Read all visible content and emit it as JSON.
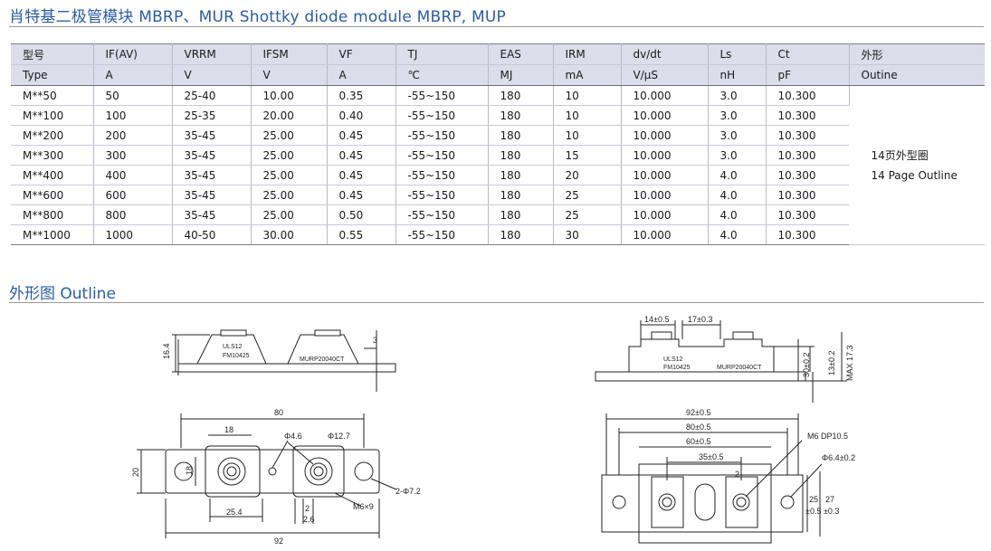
{
  "title": "肖特基二极管模块 MBRP、MUR Shottky diode module MBRP, MUP",
  "table": {
    "header_cn": [
      "型号",
      "IF(AV)",
      "VRRM",
      "IFSM",
      "VF",
      "TJ",
      "EAS",
      "IRM",
      "dv/dt",
      "Ls",
      "Ct",
      "外形"
    ],
    "header_en": [
      "Type",
      "A",
      "V",
      "V",
      "A",
      "℃",
      "MJ",
      "mA",
      "V/µS",
      "nH",
      "pF",
      "Outine"
    ],
    "rows": [
      [
        "M**50",
        "50",
        "25-40",
        "10.00",
        "0.35",
        "-55~150",
        "180",
        "10",
        "10.000",
        "3.0",
        "10.300"
      ],
      [
        "M**100",
        "100",
        "25-35",
        "20.00",
        "0.40",
        "-55~150",
        "180",
        "10",
        "10.000",
        "3.0",
        "10.300"
      ],
      [
        "M**200",
        "200",
        "35-45",
        "25.00",
        "0.45",
        "-55~150",
        "180",
        "10",
        "10.000",
        "3.0",
        "10.300"
      ],
      [
        "M**300",
        "300",
        "35-45",
        "25.00",
        "0.45",
        "-55~150",
        "180",
        "15",
        "10.000",
        "3.0",
        "10.300"
      ],
      [
        "M**400",
        "400",
        "35-45",
        "25.00",
        "0.45",
        "-55~150",
        "180",
        "20",
        "10.000",
        "4.0",
        "10.300"
      ],
      [
        "M**600",
        "600",
        "35-45",
        "25.00",
        "0.45",
        "-55~150",
        "180",
        "25",
        "10.000",
        "4.0",
        "10.300"
      ],
      [
        "M**800",
        "800",
        "35-45",
        "25.00",
        "0.50",
        "-55~150",
        "180",
        "25",
        "10.000",
        "4.0",
        "10.300"
      ],
      [
        "M**1000",
        "1000",
        "40-50",
        "30.00",
        "0.55",
        "-55~150",
        "180",
        "30",
        "10.000",
        "4.0",
        "10.300"
      ]
    ],
    "outline_cn": "14页外型圈",
    "outline_en": "14 Page Outline"
  },
  "outline_title": "外形图 Outline",
  "drawing_left": {
    "side_height": "16.4",
    "side_thick": "3",
    "mark1": "ULS12",
    "mark2": "FM10425",
    "mark3": "MURP20040CT",
    "overall": "80",
    "pitch": "18",
    "hole_small": "Φ4.6",
    "hole_big": "Φ12.7",
    "width": "20",
    "inner_w": "18",
    "mount_holes": "2-Φ7.2",
    "screw": "M6×9",
    "dim_2": "2",
    "dim_26": "2.6",
    "dim_254": "25.4",
    "length": "92"
  },
  "drawing_right": {
    "d14": "14±0.5",
    "d17": "17±0.3",
    "mark1": "ULS12",
    "mark2": "FM10425",
    "mark3": "MURP20040CT",
    "h30": "30±0.2",
    "h13": "13±0.2",
    "hmax": "MAX 17.3",
    "d92": "92±0.5",
    "d80": "80±0.5",
    "d60": "60±0.5",
    "d35": "35±0.5",
    "m6": "M6  DP10.5",
    "hole": "Φ6.4±0.2",
    "d2": "2",
    "d25": "25",
    "d27": "27",
    "tol": "±0.5 ±0.3"
  }
}
